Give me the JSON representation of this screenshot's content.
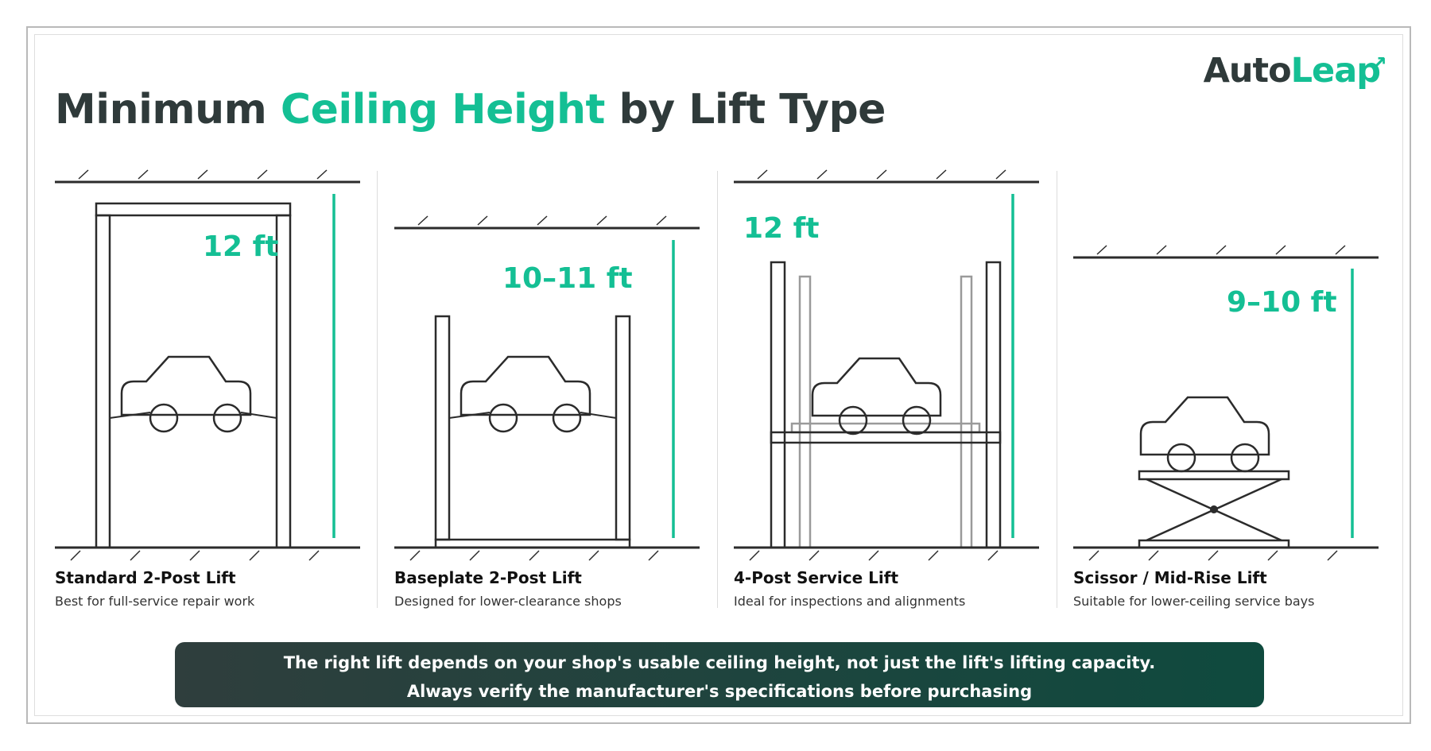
{
  "brand": {
    "auto": "Auto",
    "leap": "Leap"
  },
  "title": {
    "part1": "Minimum ",
    "accent": "Ceiling Height",
    "part2": " by Lift Type"
  },
  "lifts": [
    {
      "height": "12 ft",
      "name": "Standard 2-Post Lift",
      "description": "Best for full-service repair work"
    },
    {
      "height": "10–11 ft",
      "name": "Baseplate 2-Post Lift",
      "description": "Designed for lower-clearance shops"
    },
    {
      "height": "12 ft",
      "name": "4-Post Service Lift",
      "description": "Ideal for inspections and alignments"
    },
    {
      "height": "9–10 ft",
      "name": "Scissor / Mid-Rise Lift",
      "description": "Suitable for lower-ceiling service bays"
    }
  ],
  "banner": {
    "line1": "The right lift depends on your shop's usable ceiling height, not just the lift's lifting capacity.",
    "line2": "Always verify the manufacturer's specifications before purchasing"
  },
  "colors": {
    "accent": "#14bf94",
    "text": "#2f3a3a",
    "banner_start": "#2f3e3d",
    "banner_end": "#0f4a3e"
  }
}
